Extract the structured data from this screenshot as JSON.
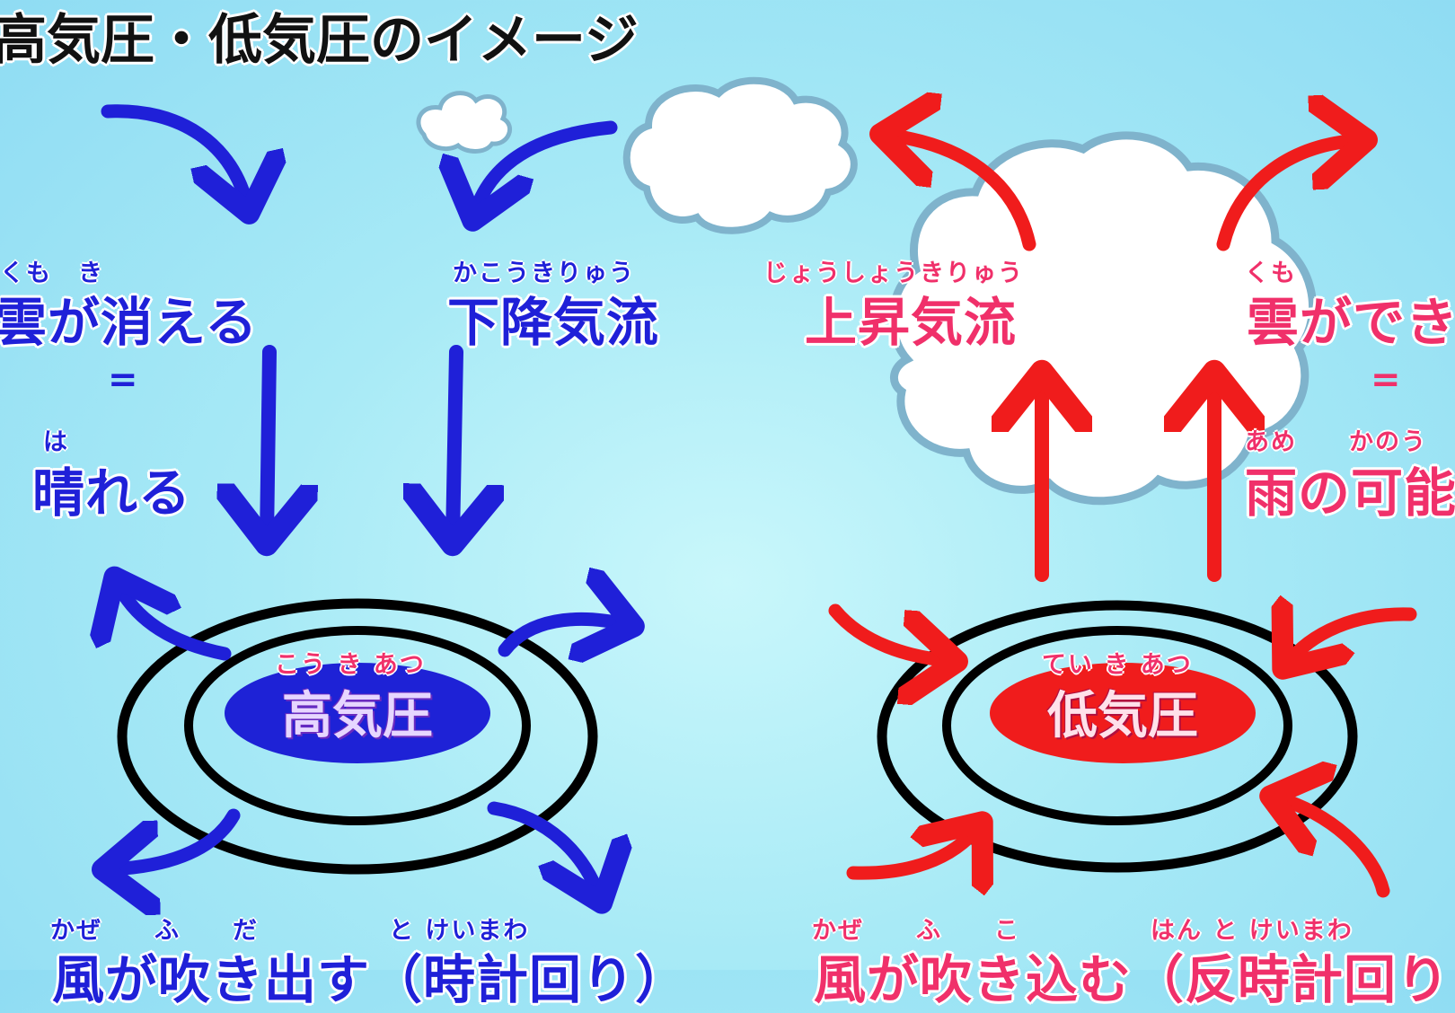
{
  "title": "高気圧・低気圧のイメージ",
  "colors": {
    "blue": "#1f20d8",
    "red": "#f01c1c",
    "pink": "#f0306a",
    "cloud_stroke": "#7fb3cc"
  },
  "high": {
    "center_label": "高気圧",
    "center_ruby": "こう き あつ",
    "cloud_label": "雲が消える",
    "cloud_ruby": "くも　き",
    "equals": "=",
    "clear_label": "晴れる",
    "clear_ruby": "は",
    "flow_label": "下降気流",
    "flow_ruby": "かこうきりゅう",
    "wind_label": "風が吹き出す（時計回り）",
    "wind_ruby": "かぜ　　ふ　　だ　　　　　と けいまわ"
  },
  "low": {
    "center_label": "低気圧",
    "center_ruby": "てい き あつ",
    "flow_label": "上昇気流",
    "flow_ruby": "じょうしょうきりゅう",
    "cloud_label": "雲ができ",
    "cloud_ruby": "くも",
    "equals": "=",
    "rain_label": "雨の可能",
    "rain_ruby": "あめ　　かのう",
    "wind_label": "風が吹き込む（反時計回り",
    "wind_ruby": "かぜ　　ふ　　こ　　　　　はん と けいまわ"
  }
}
